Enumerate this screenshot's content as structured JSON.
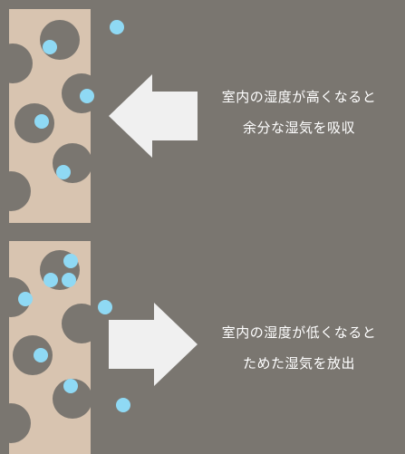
{
  "colors": {
    "background": "#7a7670",
    "wall": "#d8c4b0",
    "pore": "#7a7670",
    "moisture": "#8fd9f4",
    "arrow": "#f0f0f0",
    "text": "#ffffff"
  },
  "absorb": {
    "arrow_direction": "left",
    "caption_line1": "室内の湿度が高くなると",
    "caption_line2": "余分な湿気を吸収"
  },
  "release": {
    "arrow_direction": "right",
    "caption_line1": "室内の湿度が低くなると",
    "caption_line2": "ためた湿気を放出"
  }
}
